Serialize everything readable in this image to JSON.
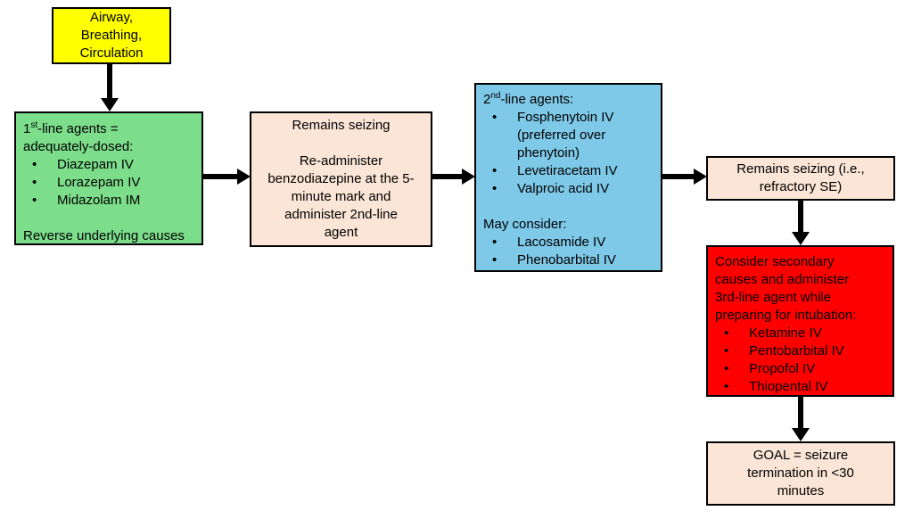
{
  "title": "Status epilepticus seizure management flowchart",
  "colors": {
    "abc_box": "#FFFF00",
    "first_line_box": "#7CDD8B",
    "seizing_boxes": "#FBE5D6",
    "second_line_box": "#7EC8E8",
    "third_line_box": "#FF0000",
    "arrow": "#000000"
  },
  "boxes": {
    "abc": {
      "lines": [
        "Airway,",
        "Breathing,",
        "Circulation"
      ]
    },
    "first_line": {
      "header": {
        "num": "1",
        "sup": "st",
        "rest": "-line agents ="
      },
      "header_line2": "adequately-dosed:",
      "bullets": [
        "Diazepam IV",
        "Lorazepam IV",
        "Midazolam IM"
      ],
      "footer": "Reverse underlying causes"
    },
    "remains_seizing": {
      "title": "Remains seizing",
      "lines": [
        "Re-administer",
        "benzodiazepine at the 5-",
        "minute mark and",
        "administer 2nd-line",
        "agent"
      ]
    },
    "second_line": {
      "header": {
        "num": "2",
        "sup": "nd",
        "rest": "-line agents:"
      },
      "bullets": [
        "Fosphenytoin IV (preferred over phenytoin)",
        "Levetiracetam IV",
        "Valproic acid IV"
      ],
      "subheader": "May consider:",
      "sub_bullets": [
        "Lacosamide IV",
        "Phenobarbital IV"
      ]
    },
    "refractory": {
      "lines": [
        "Remains seizing (i.e.,",
        "refractory SE)"
      ]
    },
    "third_line": {
      "header_lines": [
        "Consider secondary",
        "causes and administer",
        "3rd-line agent while",
        "preparing for intubation:"
      ],
      "bullets": [
        "Ketamine IV",
        "Pentobarbital IV",
        "Propofol IV",
        "Thiopental IV"
      ]
    },
    "goal": {
      "lines": [
        "GOAL = seizure",
        "termination in <30",
        "minutes"
      ]
    }
  }
}
